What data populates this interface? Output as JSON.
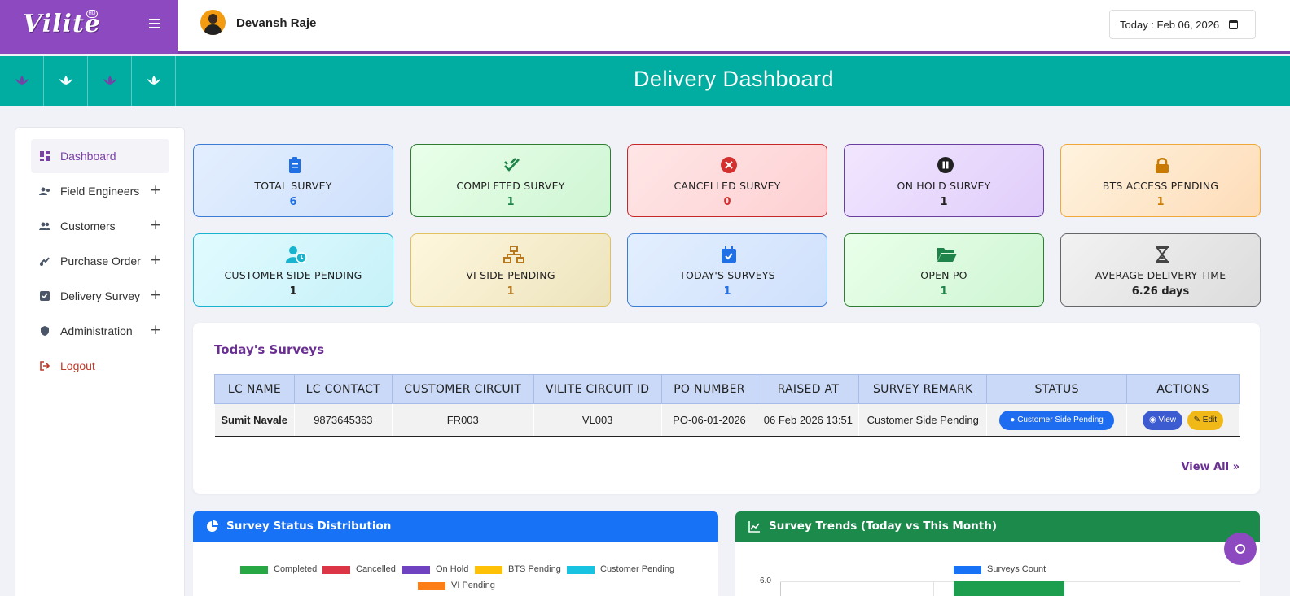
{
  "app": {
    "logo_text": "Vilite",
    "logo_badge": "HD",
    "user_name": "Devansh Raje",
    "today_label": "Today : Feb 06, 2026"
  },
  "header": {
    "page_title": "Delivery Dashboard",
    "band_icons": [
      "lotus-icon",
      "lotus-icon",
      "lotus-icon",
      "lotus-icon"
    ]
  },
  "sidebar": {
    "items": [
      {
        "label": "Dashboard",
        "icon": "grid-icon",
        "expandable": false,
        "active": true
      },
      {
        "label": "Field Engineers",
        "icon": "users-icon",
        "expandable": true
      },
      {
        "label": "Customers",
        "icon": "customers-icon",
        "expandable": true
      },
      {
        "label": "Purchase Order",
        "icon": "po-icon",
        "expandable": true
      },
      {
        "label": "Delivery Survey",
        "icon": "checklist-icon",
        "expandable": true
      },
      {
        "label": "Administration",
        "icon": "shield-icon",
        "expandable": true
      },
      {
        "label": "Logout",
        "icon": "logout-icon",
        "expandable": false
      }
    ],
    "expand_symbol": "+"
  },
  "stats": [
    {
      "label": "TOTAL SURVEY",
      "value": "6",
      "icon": "clipboard-icon",
      "color": "#1f6fe5"
    },
    {
      "label": "COMPLETED SURVEY",
      "value": "1",
      "icon": "double-check-icon",
      "color": "#1e8449"
    },
    {
      "label": "CANCELLED SURVEY",
      "value": "0",
      "icon": "cancel-circle-icon",
      "color": "#d32f2f"
    },
    {
      "label": "ON HOLD SURVEY",
      "value": "1",
      "icon": "pause-circle-icon",
      "color": "#222222"
    },
    {
      "label": "BTS ACCESS PENDING",
      "value": "1",
      "icon": "lock-icon",
      "color": "#c97a05"
    },
    {
      "label": "CUSTOMER SIDE PENDING",
      "value": "1",
      "icon": "user-clock-icon",
      "color": "#222222"
    },
    {
      "label": "VI SIDE PENDING",
      "value": "1",
      "icon": "network-icon",
      "color": "#b7791f"
    },
    {
      "label": "TODAY'S SURVEYS",
      "value": "1",
      "icon": "calendar-check-icon",
      "color": "#1f6fe5"
    },
    {
      "label": "OPEN PO",
      "value": "1",
      "icon": "folder-open-icon",
      "color": "#1e8449"
    },
    {
      "label": "AVERAGE DELIVERY TIME",
      "value": "6.26 days",
      "icon": "hourglass-icon",
      "color": "#222222"
    }
  ],
  "todays_surveys": {
    "title": "Today's Surveys",
    "columns": [
      "LC NAME",
      "LC CONTACT",
      "CUSTOMER CIRCUIT",
      "VILITE CIRCUIT ID",
      "PO NUMBER",
      "RAISED AT",
      "SURVEY REMARK",
      "STATUS",
      "ACTIONS"
    ],
    "rows": [
      {
        "lc_name": "Sumit Navale",
        "lc_contact": "9873645363",
        "customer_circuit": "FR003",
        "vilite_circuit_id": "VL003",
        "po_number": "PO-06-01-2026",
        "raised_at": "06 Feb 2026 13:51",
        "survey_remark": "Customer Side Pending",
        "status": "Customer Side Pending",
        "view_label": "View",
        "edit_label": "Edit"
      }
    ],
    "view_all": "View All »"
  },
  "charts": {
    "status_distribution": {
      "title": "Survey Status Distribution",
      "header_color": "#1772f6",
      "legend": [
        {
          "name": "Completed",
          "color": "#28a745"
        },
        {
          "name": "Cancelled",
          "color": "#dc3545"
        },
        {
          "name": "On Hold",
          "color": "#6f42c1"
        },
        {
          "name": "BTS Pending",
          "color": "#ffc107"
        },
        {
          "name": "Customer Pending",
          "color": "#17c3e0"
        },
        {
          "name": "VI Pending",
          "color": "#fd7e14"
        }
      ]
    },
    "trends": {
      "title": "Survey Trends (Today vs This Month)",
      "header_color": "#1c8a4a",
      "legend": [
        {
          "name": "Surveys Count",
          "color": "#1772f6"
        }
      ],
      "y_tick_top": "6.0"
    }
  }
}
